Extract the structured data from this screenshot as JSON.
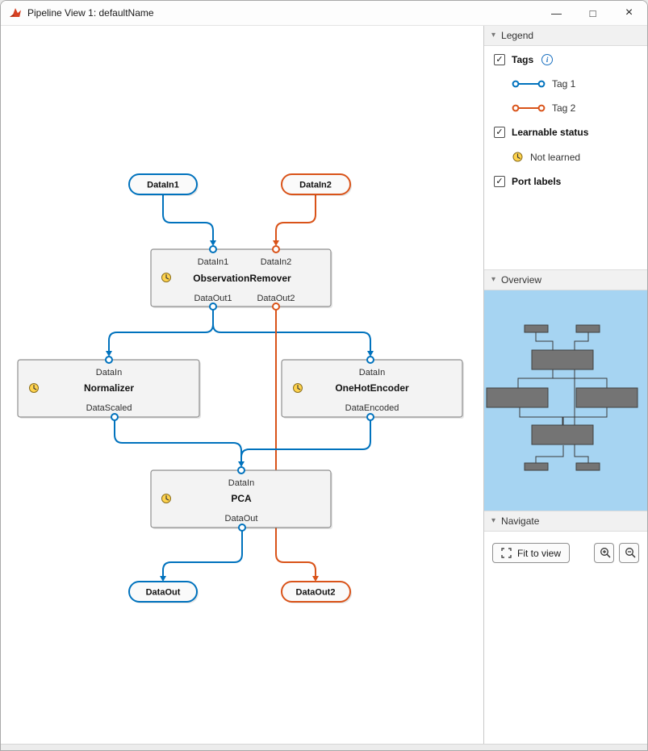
{
  "window": {
    "title": "Pipeline View 1: defaultName",
    "controls": {
      "minimize": "—",
      "maximize": "□",
      "close": "×"
    }
  },
  "glyphs": {
    "check": "✓",
    "section_chevron": "▾",
    "info": "i"
  },
  "colors": {
    "tag1_blue": "#0072BD",
    "tag2_orange": "#D95319"
  },
  "diagram": {
    "inputs": [
      {
        "label": "DataIn1"
      },
      {
        "label": "DataIn2"
      }
    ],
    "outputs": [
      {
        "label": "DataOut"
      },
      {
        "label": "DataOut2"
      }
    ],
    "blocks": [
      {
        "name": "ObservationRemover",
        "in_ports": [
          "DataIn1",
          "DataIn2"
        ],
        "out_ports": [
          "DataOut1",
          "DataOut2"
        ],
        "status": "Not learned"
      },
      {
        "name": "Normalizer",
        "in_ports": [
          "DataIn"
        ],
        "out_ports": [
          "DataScaled"
        ],
        "status": "Not learned"
      },
      {
        "name": "OneHotEncoder",
        "in_ports": [
          "DataIn"
        ],
        "out_ports": [
          "DataEncoded"
        ],
        "status": "Not learned"
      },
      {
        "name": "PCA",
        "in_ports": [
          "DataIn"
        ],
        "out_ports": [
          "DataOut"
        ],
        "status": "Not learned"
      }
    ]
  },
  "sidebar": {
    "legend": {
      "title": "Legend",
      "tags_label": "Tags",
      "tags_checked": true,
      "tag_items": [
        {
          "label": "Tag 1"
        },
        {
          "label": "Tag 2"
        }
      ],
      "learnable_label": "Learnable status",
      "learnable_checked": true,
      "not_learned_label": "Not learned",
      "port_labels_label": "Port labels",
      "port_labels_checked": true
    },
    "overview": {
      "title": "Overview"
    },
    "navigate": {
      "title": "Navigate",
      "fit_to_view_label": "Fit to view"
    }
  }
}
